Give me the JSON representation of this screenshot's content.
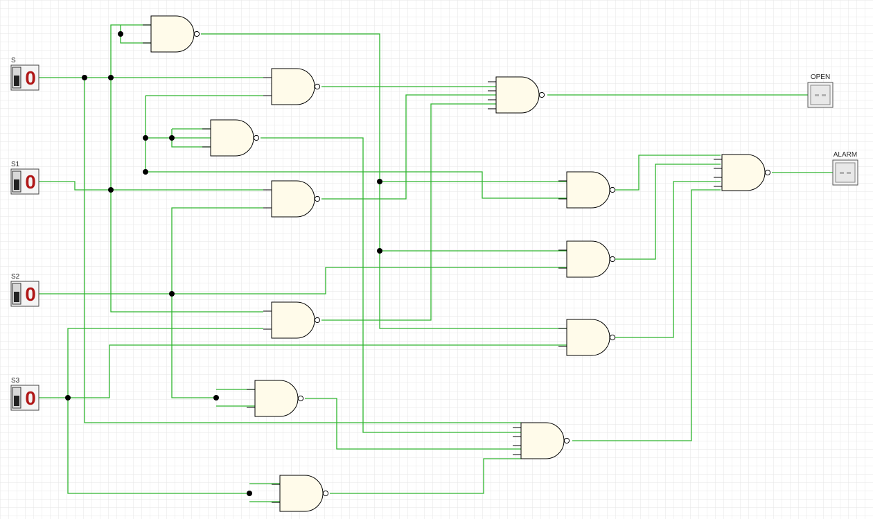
{
  "inputs": [
    {
      "id": "S",
      "label": "S",
      "value": "0"
    },
    {
      "id": "S1",
      "label": "S1",
      "value": "0"
    },
    {
      "id": "S2",
      "label": "S2",
      "value": "0"
    },
    {
      "id": "S3",
      "label": "S3",
      "value": "0"
    }
  ],
  "outputs": [
    {
      "id": "OPEN",
      "label": "OPEN"
    },
    {
      "id": "ALARM",
      "label": "ALARM"
    }
  ],
  "gates": [
    {
      "id": "g1",
      "type": "NAND",
      "inputs": 2
    },
    {
      "id": "g2",
      "type": "NAND",
      "inputs": 2
    },
    {
      "id": "g3",
      "type": "NAND",
      "inputs": 2
    },
    {
      "id": "g4",
      "type": "NAND",
      "inputs": 2
    },
    {
      "id": "g5",
      "type": "NAND",
      "inputs": 2
    },
    {
      "id": "g6",
      "type": "NAND",
      "inputs": 2
    },
    {
      "id": "g7",
      "type": "NAND",
      "inputs": 2
    },
    {
      "id": "g8",
      "type": "NAND",
      "inputs": 4
    },
    {
      "id": "g9",
      "type": "NAND",
      "inputs": 2
    },
    {
      "id": "g10",
      "type": "NAND",
      "inputs": 2
    },
    {
      "id": "g11",
      "type": "NAND",
      "inputs": 2
    },
    {
      "id": "g12",
      "type": "NAND",
      "inputs": 4
    },
    {
      "id": "g13",
      "type": "NAND",
      "inputs": 4
    }
  ],
  "colors": {
    "wire": "#2db52d",
    "gate_fill": "#fffbea",
    "gate_stroke": "#000000",
    "grid": "#e4e4e4",
    "switch_red": "#b01818",
    "junction": "#000000"
  }
}
